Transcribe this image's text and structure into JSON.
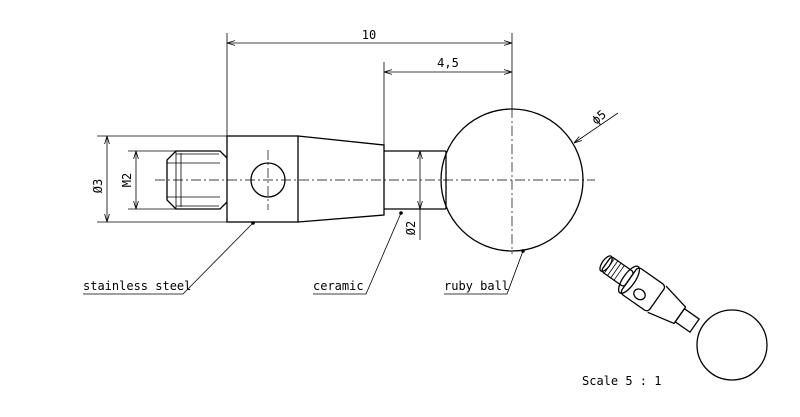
{
  "drawing": {
    "dimensions": {
      "total_length": "10",
      "ball_offset": "4,5",
      "ball_diameter": "ϕ5",
      "body_diameter": "Ø3",
      "thread": "M2",
      "stem_diameter": "Ø2"
    },
    "labels": {
      "stainless_steel": "stainless steel",
      "ceramic": "ceramic",
      "ruby_ball": "ruby ball"
    },
    "scale": "Scale 5 : 1"
  }
}
